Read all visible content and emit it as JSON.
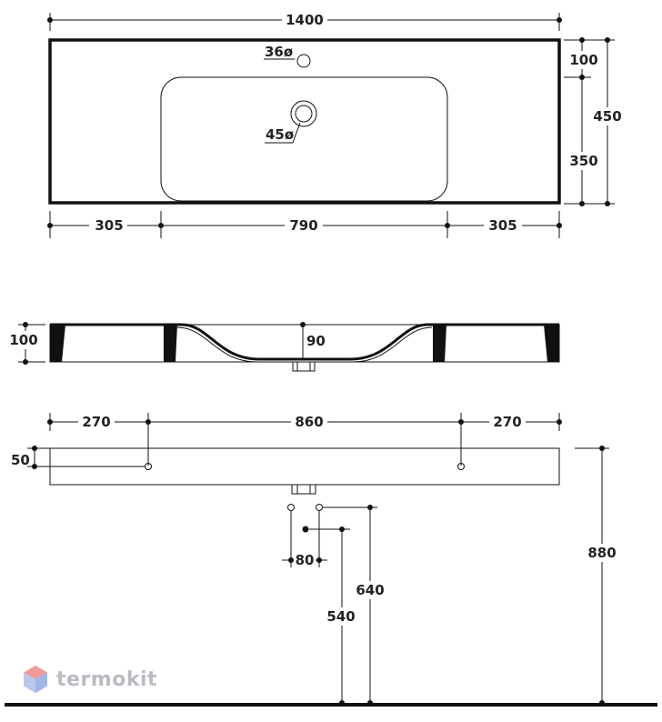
{
  "top_view": {
    "overall_width": "1400",
    "hole_small": "36ø",
    "hole_large": "45ø",
    "depth_front": "100",
    "depth_total": "450",
    "depth_bowl": "350",
    "left_margin": "305",
    "bowl_width": "790",
    "right_margin": "305"
  },
  "section_view": {
    "height": "100",
    "bowl_depth": "90"
  },
  "front_view": {
    "left_offset": "270",
    "bracket_spacing": "860",
    "right_offset": "270",
    "top_to_bracket": "50",
    "pipe_spacing": "80",
    "height_540": "540",
    "height_640": "640",
    "height_880": "880"
  },
  "watermark": {
    "brand": "termokit"
  }
}
